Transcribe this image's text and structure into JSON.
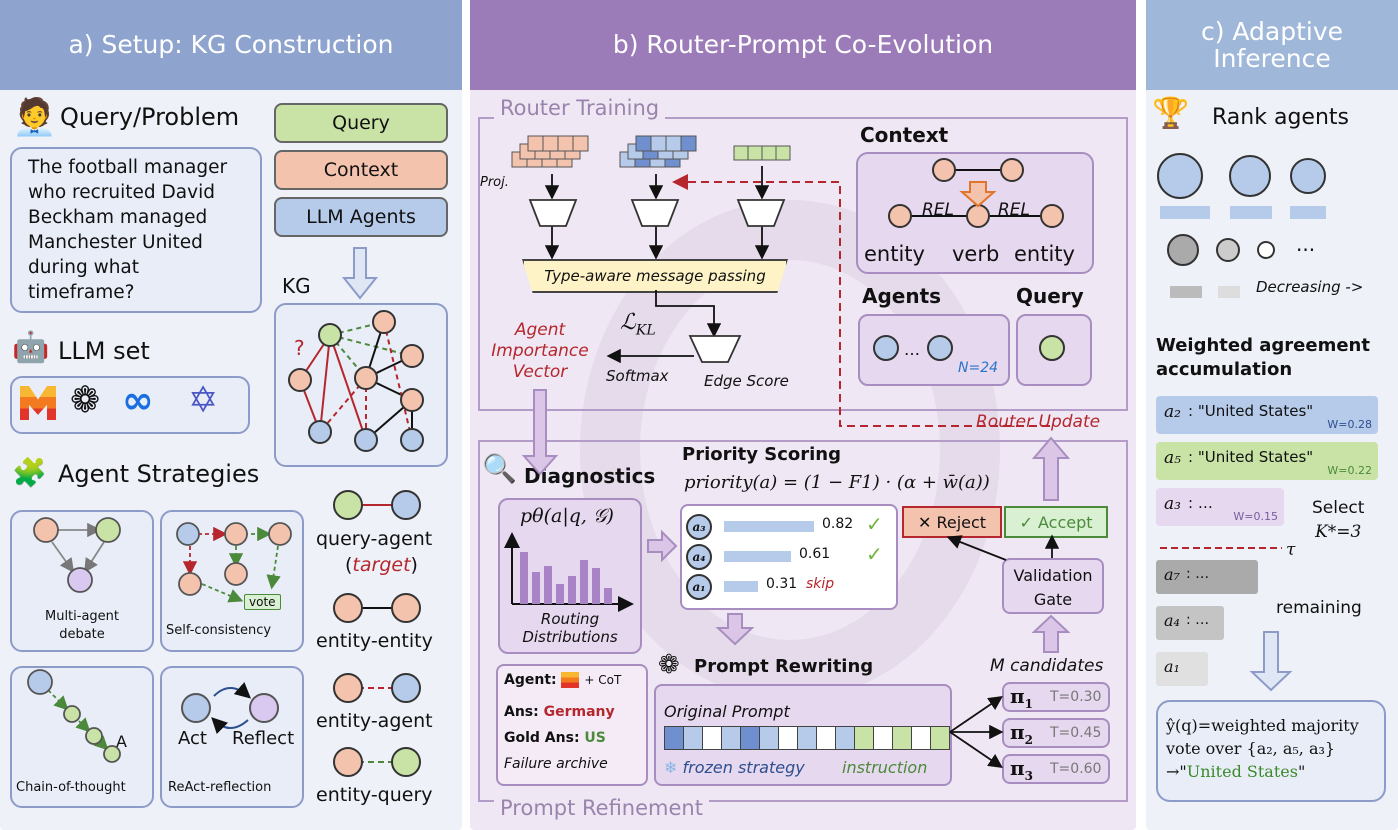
{
  "panels": {
    "a_title": "a) Setup: KG Construction",
    "b_title": "b) Router-Prompt Co-Evolution",
    "c_title_1": "c) Adaptive",
    "c_title_2": "Inference"
  },
  "setup": {
    "query_heading": "Query/Problem",
    "query_lines": [
      "The football manager",
      "who recruited David",
      "Beckham managed",
      "Manchester United",
      "during what",
      "timeframe?"
    ],
    "llm_set_heading": "LLM set",
    "strategies_heading": "Agent Strategies",
    "legend": {
      "query": "Query",
      "context": "Context",
      "agents": "LLM Agents"
    },
    "kg_label": "KG",
    "kg_question": "?",
    "strategies": {
      "debate": [
        "Multi-agent",
        "debate"
      ],
      "self_consistency": "Self-consistency",
      "vote": "vote",
      "cot": "Chain-of-thought",
      "cot_a": "A",
      "react": "ReAct-reflection",
      "act": "Act",
      "reflect": "Reflect"
    },
    "edges": {
      "qa_1": "query-agent",
      "qa_open": "(",
      "qa_target": "target",
      "qa_close": ")",
      "ee": "entity-entity",
      "ea": "entity-agent",
      "eq": "entity-query"
    }
  },
  "coevo": {
    "router_training": "Router Training",
    "proj": "Proj.",
    "message_passing": "Type-aware message passing",
    "loss": "ℒ",
    "loss_sub": "KL",
    "softmax": "Softmax",
    "edge_score": "Edge Score",
    "aiv": [
      "Agent",
      "Importance",
      "Vector"
    ],
    "context": "Context",
    "rel1": "REL",
    "rel2": "REL",
    "entity1": "entity",
    "verb": "verb",
    "entity2": "entity",
    "agents": "Agents",
    "query": "Query",
    "ellipsis": "…",
    "n": "N=24",
    "router_update": "Router Update",
    "diagnostics": "Diagnostics",
    "p_formula": "pθ(a|q, 𝒢)",
    "routing_1": "Routing",
    "routing_2": "Distributions",
    "priority_title": "Priority Scoring",
    "priority_formula": "priority(a) = (1 − F1) · (α + w̄(a))",
    "scores": [
      {
        "agent": "a₃",
        "value": "0.82",
        "fill": 0.82,
        "mark": "✓"
      },
      {
        "agent": "a₄",
        "value": "0.61",
        "fill": 0.61,
        "mark": "✓"
      },
      {
        "agent": "a₁",
        "value": "0.31",
        "fill": 0.31,
        "mark": "skip"
      }
    ],
    "reject": "✕ Reject",
    "accept": "✓ Accept",
    "validation_1": "Validation",
    "validation_2": "Gate",
    "m_candidates": "M candidates",
    "prompt_rewriting": "Prompt Rewriting",
    "original_prompt": "Original Prompt",
    "frozen": "frozen strategy",
    "instruction": "instruction",
    "candidates": [
      {
        "pi": "π",
        "sub": "1",
        "t": "T=0.30"
      },
      {
        "pi": "π",
        "sub": "2",
        "t": "T=0.45"
      },
      {
        "pi": "π",
        "sub": "3",
        "t": "T=0.60"
      }
    ],
    "failure": {
      "agent_label": "Agent:",
      "cot": "+ CoT",
      "ans_label": "Ans:",
      "ans": "Germany",
      "gold_label": "Gold Ans:",
      "gold": "US",
      "archive": "Failure archive"
    },
    "prompt_refinement": "Prompt Refinement"
  },
  "inference": {
    "rank_agents": "Rank agents",
    "ranked": [
      "a₂",
      "a₅",
      "a₃"
    ],
    "dots": "···",
    "decreasing": "Decreasing ->",
    "weighted_1": "Weighted agreement",
    "weighted_2": "accumulation",
    "rows": [
      {
        "a": "a₂",
        "ans": ": \"United States\"",
        "w": "W=0.28"
      },
      {
        "a": "a₅",
        "ans": ": \"United States\"",
        "w": "W=0.22"
      },
      {
        "a": "a₃",
        "ans": ": …",
        "w": "W=0.15"
      }
    ],
    "select_1": "Select",
    "select_2": "K*=3",
    "tau": "τ",
    "remaining_rows": [
      {
        "a": "a₇",
        "ans": ": …"
      },
      {
        "a": "a₄",
        "ans": ": …"
      },
      {
        "a": "a₁",
        "ans": ""
      }
    ],
    "remaining": "remaining",
    "result_1": "ŷ(q)=weighted majority",
    "result_2": "vote over {a₂, a₅, a₃}",
    "result_3": "→\"",
    "result_answer": "United States",
    "result_4": "\""
  },
  "colors": {
    "panel_a_header": "#8ea4cf",
    "panel_b_header": "#9c7cb8",
    "panel_c_header": "#9fb7d8",
    "query_green": "#c9e3a6",
    "context_peach": "#f4c3ae",
    "agent_blue": "#b6cbea",
    "edge_red": "#b5272d",
    "edge_green": "#4b8a3a"
  }
}
